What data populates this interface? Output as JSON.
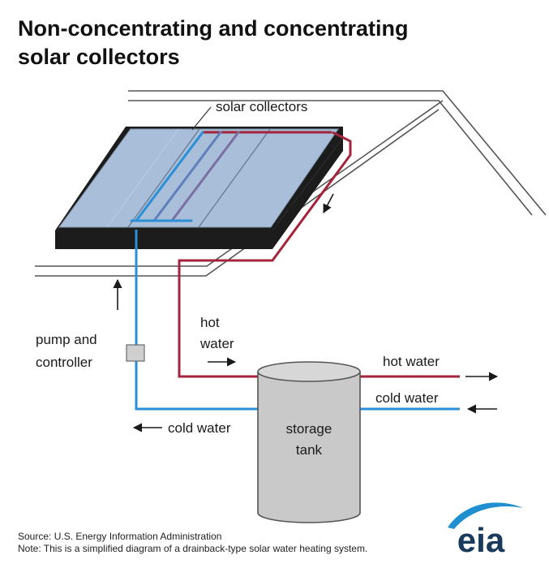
{
  "title": {
    "line1": "Non-concentrating and concentrating",
    "line2": "solar collectors"
  },
  "labels": {
    "solar_collectors": "solar collectors",
    "pump_line1": "pump and",
    "pump_line2": "controller",
    "hot_water_left_line1": "hot",
    "hot_water_left_line2": "water",
    "hot_water_right": "hot water",
    "cold_water_right": "cold water",
    "cold_water_left": "cold water",
    "tank_line1": "storage",
    "tank_line2": "tank"
  },
  "footer": {
    "source": "Source: U.S. Energy Information Administration",
    "note": "Note: This is a simplified diagram of a drainback-type solar water heating system."
  },
  "logo": {
    "text": "eia"
  },
  "colors": {
    "hot_pipe": "#a3243b",
    "cold_pipe": "#2a8fd6",
    "panel_glass": "#a9bfd9",
    "panel_frame": "#1c1c1c",
    "tank_fill": "#c9c9c9",
    "logo_blue": "#1f8fd0",
    "logo_text": "#1a3a5c"
  }
}
